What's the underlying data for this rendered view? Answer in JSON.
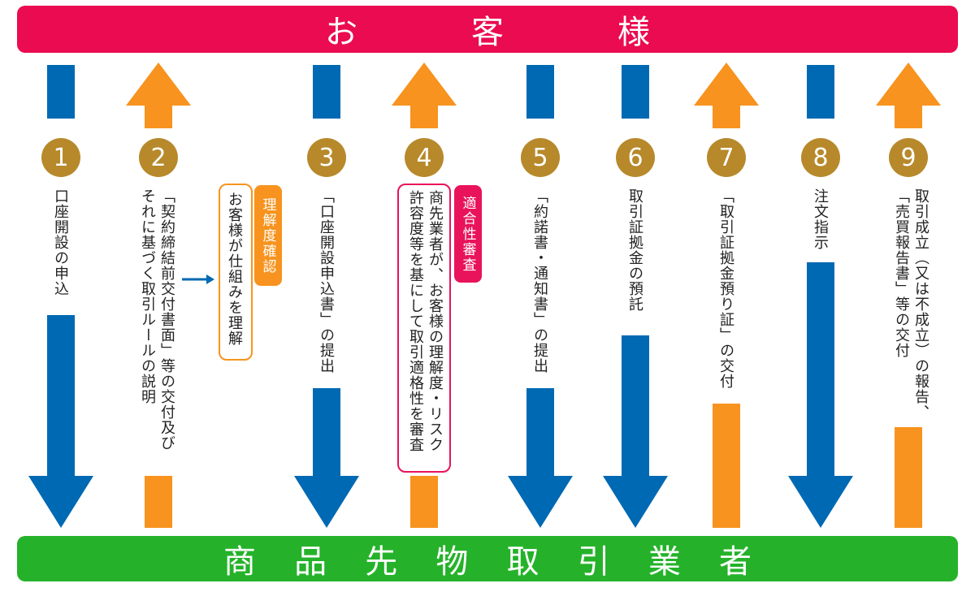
{
  "top_bar": {
    "chars": [
      "お",
      "客",
      "様"
    ]
  },
  "bottom_bar": {
    "chars": [
      "商",
      "品",
      "先",
      "物",
      "取",
      "引",
      "業",
      "者"
    ]
  },
  "colors": {
    "blue": "#0069b3",
    "orange": "#f7931e",
    "gold": "#b7892b",
    "top": "#ea0b50",
    "bottom": "#25b22a",
    "pink": "#e8135a"
  },
  "steps": [
    {
      "number": "1",
      "lines": [
        "口座開設の申込"
      ]
    },
    {
      "number": "2",
      "lines": [
        "「契約締結前交付書面」等の交付及び",
        "それに基づく取引ルールの説明"
      ]
    },
    {
      "number": "3",
      "lines": [
        "「口座開設申込書」の提出"
      ]
    },
    {
      "number": "4",
      "lines": [
        "商先業者が、お客様の理解度・リスク",
        "許容度等を基にして取引適格性を審査"
      ]
    },
    {
      "number": "5",
      "lines": [
        "「約諾書・通知書」の提出"
      ]
    },
    {
      "number": "6",
      "lines": [
        "取引証拠金の預託"
      ]
    },
    {
      "number": "7",
      "lines": [
        "「取引証拠金預り証」の交付"
      ]
    },
    {
      "number": "8",
      "lines": [
        "注文指示"
      ]
    },
    {
      "number": "9",
      "lines": [
        "取引成立（又は不成立）の報告、",
        "「売買報告書」等の交付"
      ]
    }
  ],
  "understanding": {
    "tag": "理解度確認",
    "text": "お客様が仕組みを理解"
  },
  "review": {
    "tag": "適合性審査"
  }
}
